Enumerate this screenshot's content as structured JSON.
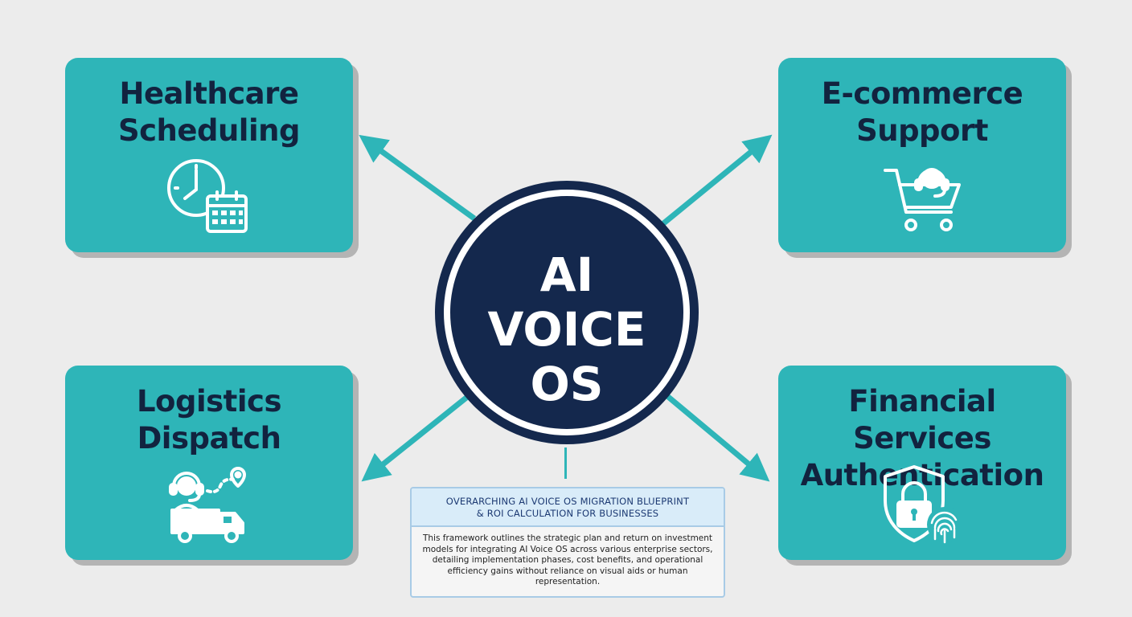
{
  "colors": {
    "background": "#ececec",
    "card": "#2eb5b8",
    "card_text": "#12233f",
    "hub": "#14284d",
    "hub_text": "#ffffff",
    "arrow": "#2eb5b8",
    "note_header": "#d9ecf9",
    "note_border": "#a8cbe6"
  },
  "hub": {
    "lines": [
      "AI",
      "VOICE",
      "OS"
    ]
  },
  "cards": {
    "healthcare": {
      "lines": [
        "Healthcare",
        "Scheduling"
      ],
      "icon": "clock-calendar-icon"
    },
    "ecommerce": {
      "lines": [
        "E-commerce",
        "Support"
      ],
      "icon": "shopping-cart-headset-icon"
    },
    "logistics": {
      "lines": [
        "Logistics",
        "Dispatch"
      ],
      "icon": "delivery-truck-headset-icon"
    },
    "financial": {
      "lines": [
        "Financial Services",
        "Authentication"
      ],
      "icon": "shield-lock-fingerprint-icon"
    }
  },
  "blueprint": {
    "title_lines": [
      "OVERARCHING AI VOICE OS MIGRATION BLUEPRINT",
      "& ROI CALCULATION FOR BUSINESSES"
    ],
    "body": "This framework outlines the strategic plan and return on investment models for integrating AI Voice OS across various enterprise sectors, detailing implementation phases, cost benefits, and operational efficiency gains without reliance on visual aids or human representation."
  }
}
